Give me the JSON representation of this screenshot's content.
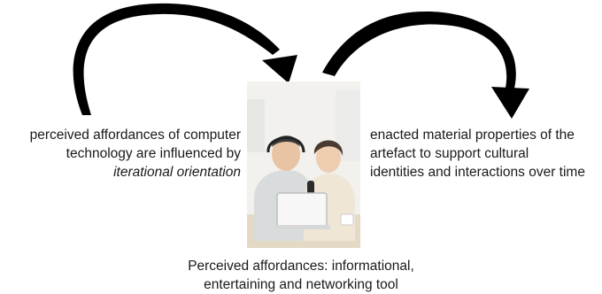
{
  "left_label": {
    "line1": "perceived affordances of computer",
    "line2": "technology are influenced by",
    "line3": "iterational orientation"
  },
  "right_label": {
    "line1": "enacted material properties of the",
    "line2": "artefact to support cultural",
    "line3": "identities and interactions over time"
  },
  "bottom_label": {
    "line1": "Perceived affordances: informational,",
    "line2": "entertaining and networking tool"
  },
  "colors": {
    "arrow": "#000000",
    "text": "#1a1a1a"
  },
  "photo_icon": "elderly-couple-laptop-photo"
}
